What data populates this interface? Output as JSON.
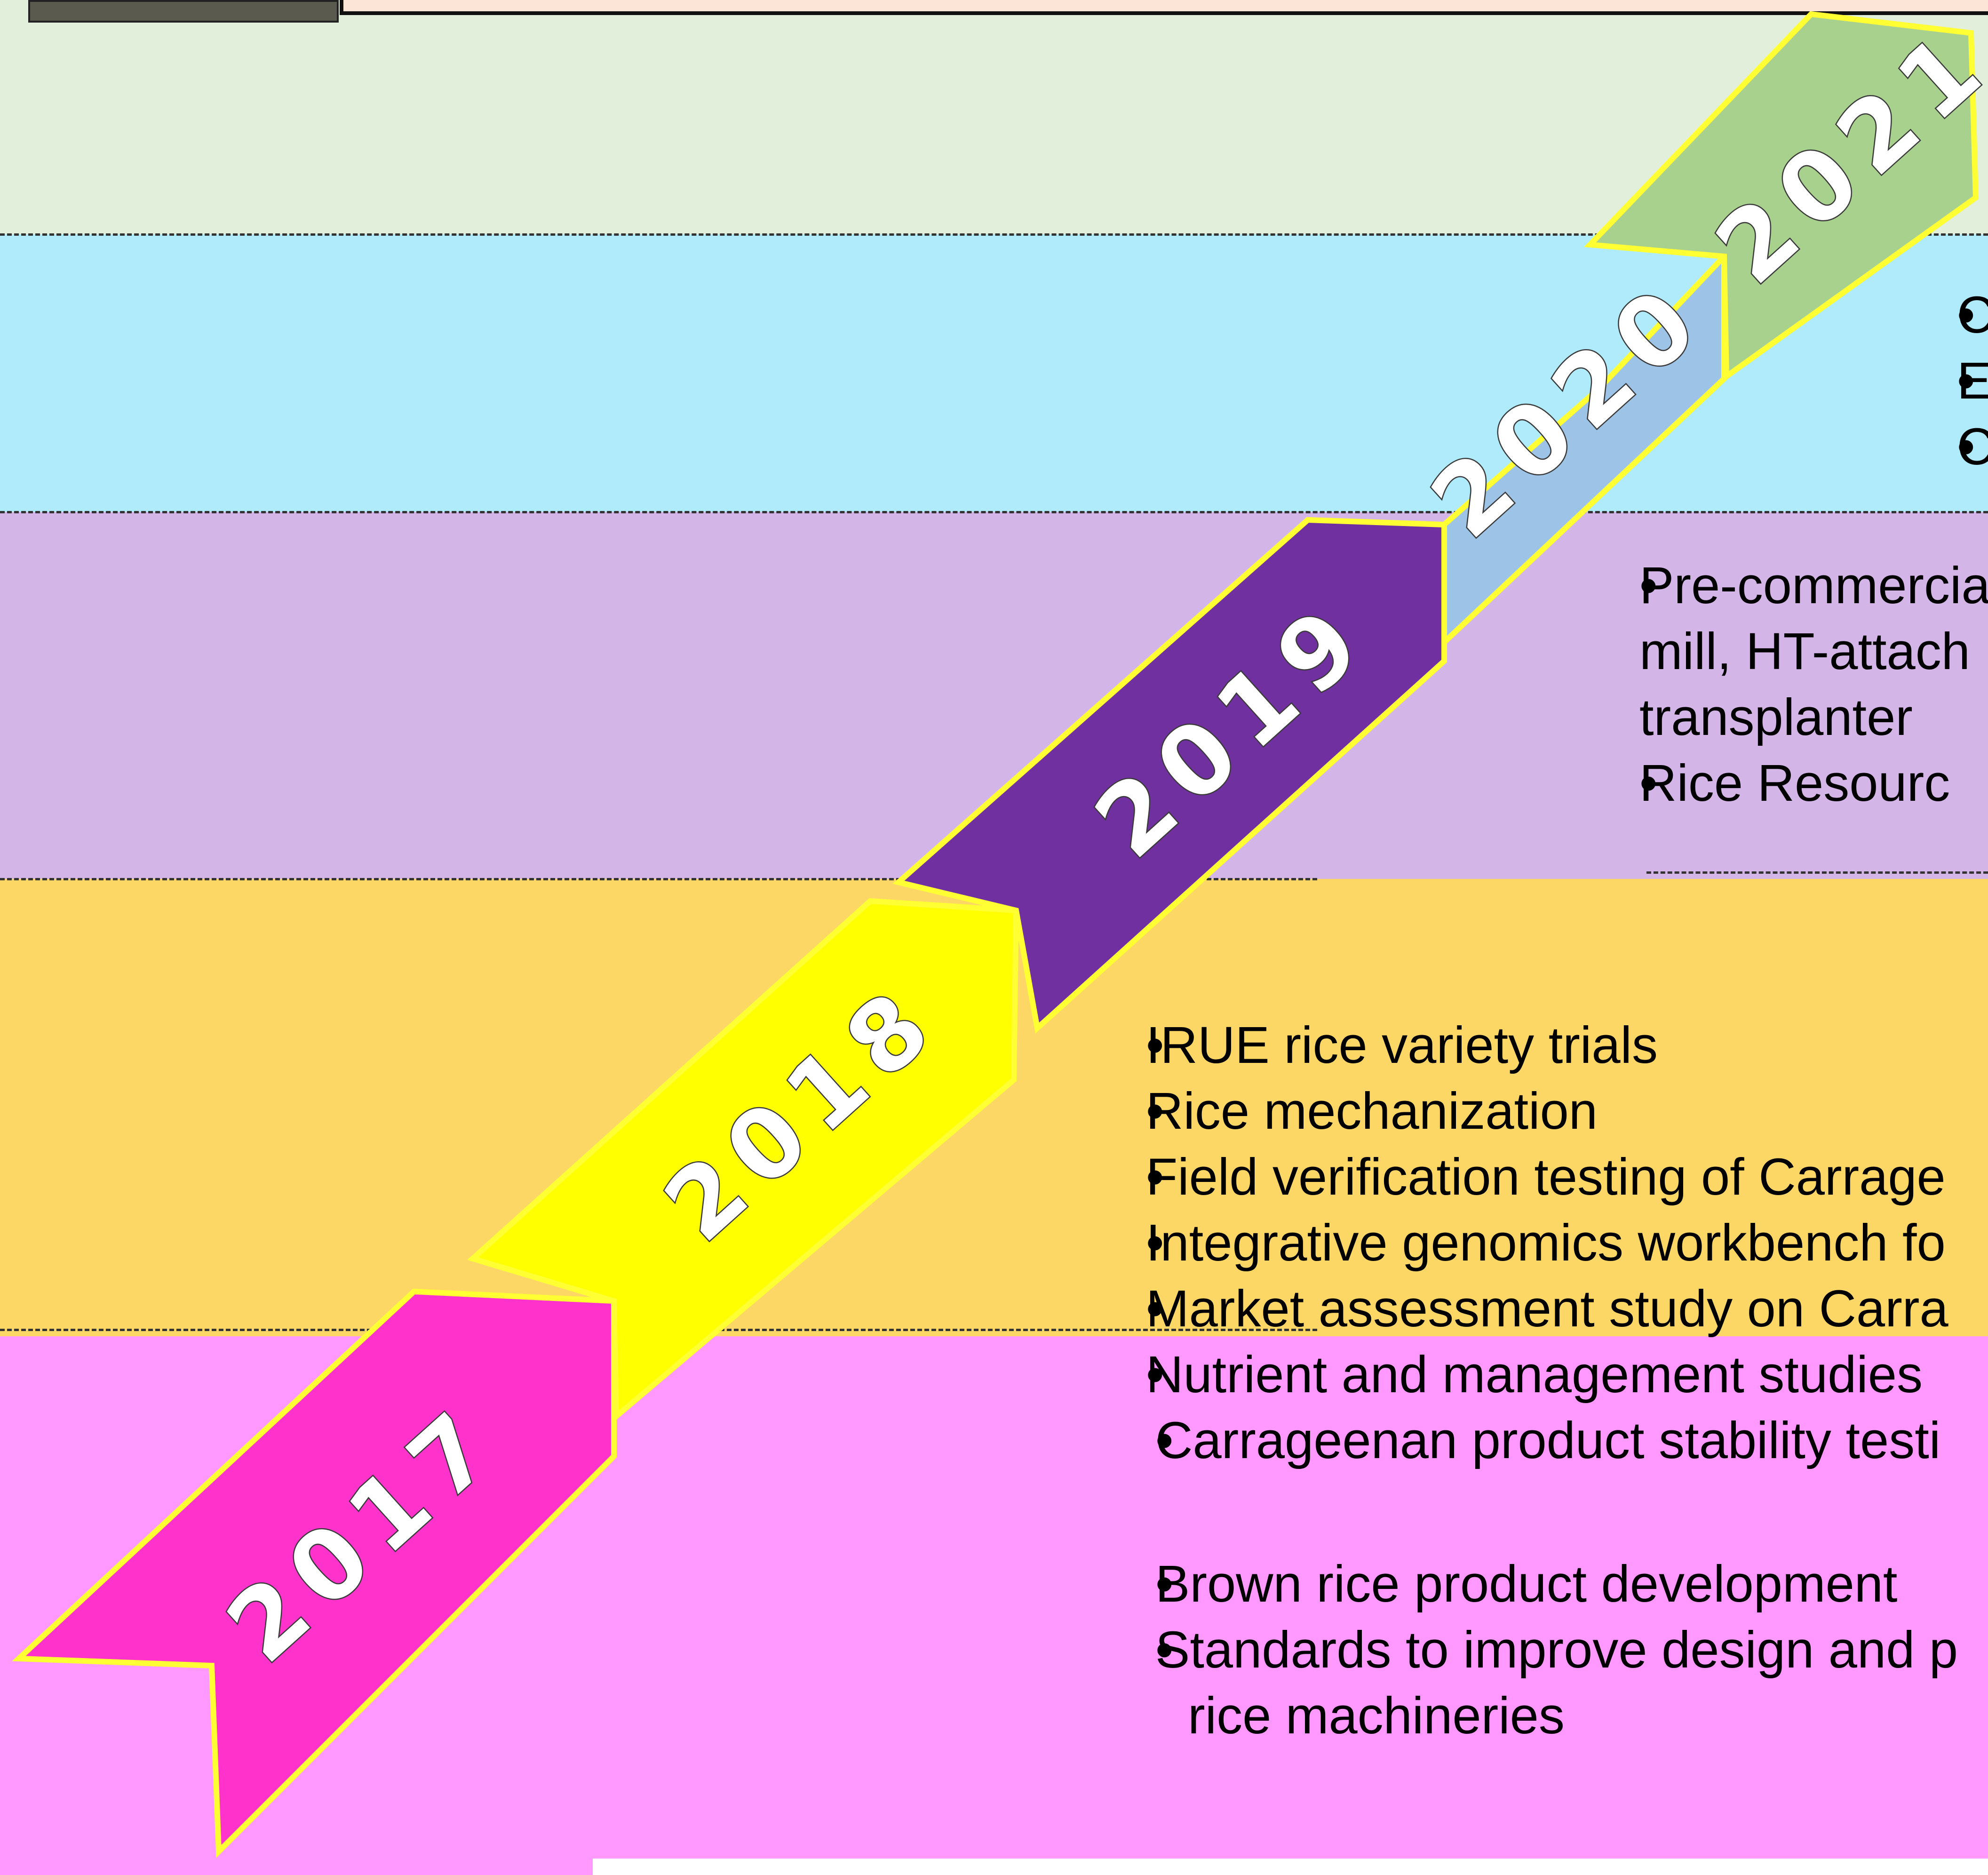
{
  "timeline": {
    "years": [
      {
        "label": "2017",
        "fill": "#ff33cc"
      },
      {
        "label": "2018",
        "fill": "#ffff00"
      },
      {
        "label": "2019",
        "fill": "#7030a0"
      },
      {
        "label": "2020",
        "fill": "#9dc3e6"
      },
      {
        "label": "2021",
        "fill": "#a9d18e"
      }
    ],
    "outline_color": "#ffff33"
  },
  "bands": {
    "row_2021": {
      "color": "#e2efda"
    },
    "row_2020": {
      "color": "#b0ebfb"
    },
    "row_2019": {
      "color": "#d4b5e8"
    },
    "row_2018": {
      "color": "#fdd766"
    },
    "row_2017": {
      "color": "#ff99ff"
    }
  },
  "notes": {
    "row_2020": [
      "C",
      "E",
      "C"
    ],
    "row_2019": [
      "Pre-commercia",
      "mill, HT-attach",
      "transplanter",
      "Rice  Resourc"
    ],
    "row_2018": [
      "IRUE rice variety trials",
      "Rice mechanization",
      "Field verification testing of Carrage",
      "Integrative genomics workbench fo",
      "Market assessment study on Carra"
    ],
    "row_2017": [
      "Nutrient and management studies",
      "Carrageenan product stability testi",
      "Brown rice product development",
      "Standards to improve design and p",
      "rice machineries"
    ]
  }
}
